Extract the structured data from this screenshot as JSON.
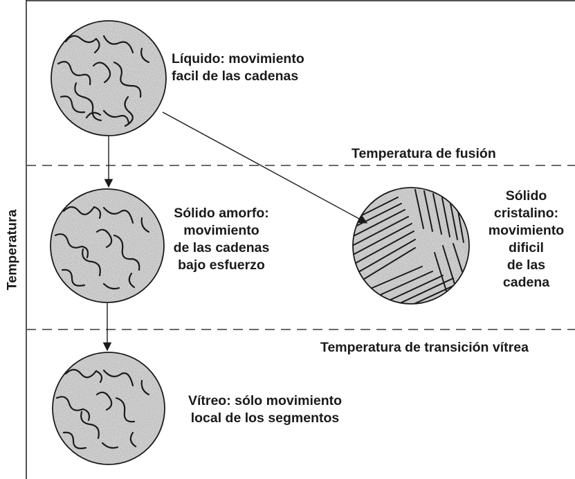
{
  "axis_label": "Temperatura",
  "boundaries": {
    "fusion": "Temperatura de fusión",
    "glass": "Temperatura de transición vítrea"
  },
  "states": {
    "liquid": {
      "line1": "Líquido: movimiento",
      "line2": "facil de las cadenas"
    },
    "amorphous": {
      "line1": "Sólido amorfo:",
      "line2": "movimiento",
      "line3": "de las cadenas",
      "line4": "bajo esfuerzo"
    },
    "crystalline": {
      "line1": "Sólido",
      "line2": "cristalino:",
      "line3": "movimiento",
      "line4": "dificil",
      "line5": "de las",
      "line6": "cadena"
    },
    "glassy": {
      "line1": "Vítreo: sólo movimiento",
      "line2": "local de los segmentos"
    }
  }
}
